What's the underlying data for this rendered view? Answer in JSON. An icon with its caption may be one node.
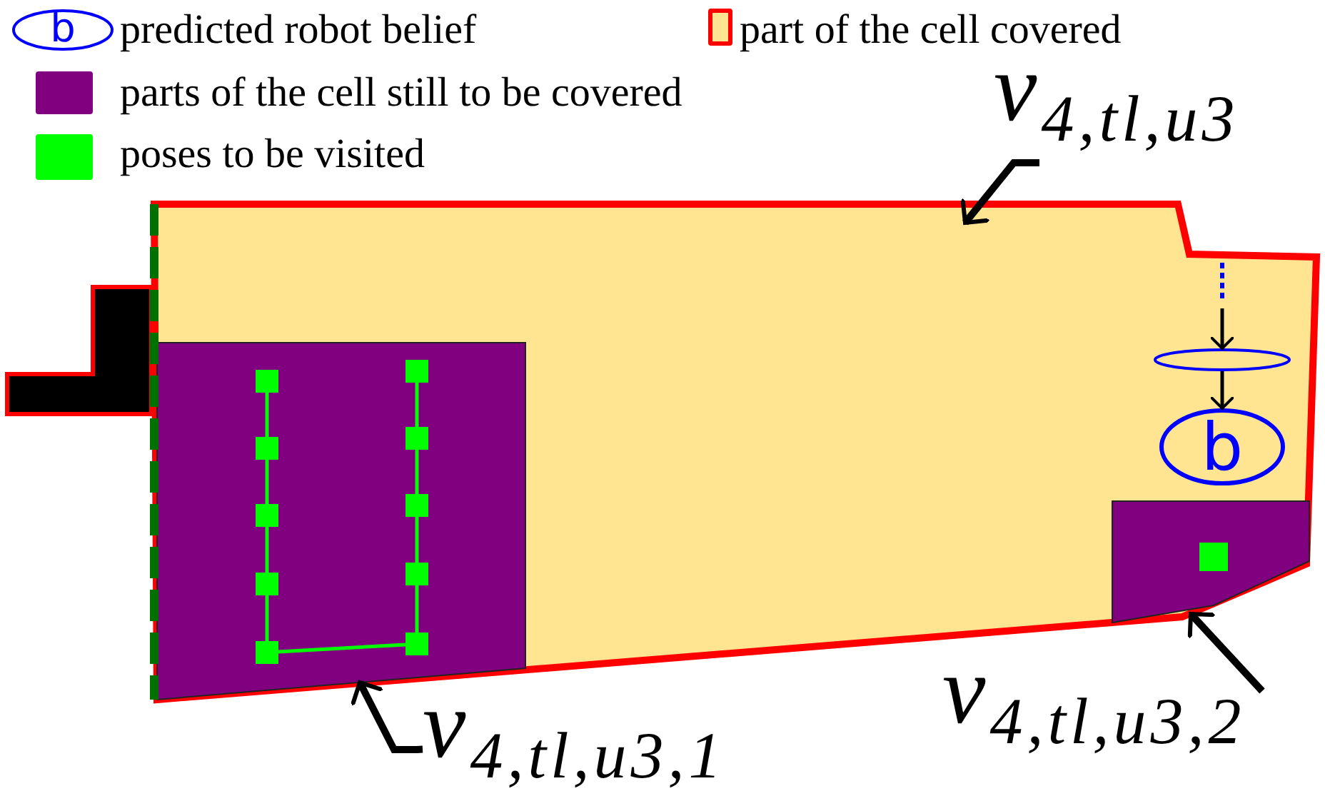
{
  "diagram": {
    "nodes": [
      {
        "text": [
          "v$_{4,tl,u3}$"
        ]
      },
      {
        "text": [],
        "shape": "polygon"
      },
      {
        "text": [
          "v$_{4,tl,u3,1}$"
        ]
      },
      {
        "text": [],
        "shape": "box",
        "in": 1
      },
      {
        "text": [],
        "shape": "box",
        "in": 3
      },
      {
        "text": [],
        "shape": "box",
        "in": 3
      },
      {
        "text": [],
        "shape": "box",
        "in": 3
      },
      {
        "text": [],
        "shape": "box",
        "in": 3
      },
      {
        "text": [],
        "shape": "box",
        "in": 3
      },
      {
        "text": [],
        "shape": "box",
        "in": 3
      },
      {
        "text": [],
        "shape": "box",
        "in": 3
      },
      {
        "text": [],
        "shape": "box",
        "in": 3
      },
      {
        "text": [],
        "shape": "box",
        "in": 3
      },
      {
        "text": [],
        "shape": "box",
        "in": 3
      },
      {
        "text": [
          "v$_{4,tl,u3,2}$"
        ]
      },
      {
        "text": [],
        "shape": "polygon",
        "in": 1
      },
      {
        "text": [],
        "shape": "box",
        "in": 15
      },
      {
        "text": [],
        "shape": "ellipse",
        "in": 1
      },
      {
        "text": [
          "b"
        ],
        "in": 1
      }
    ],
    "edges": [
      {
        "from": 0,
        "to": 1,
        "arrow": "to",
        "style": "thick",
        "color": "#000000"
      },
      {
        "from": 2,
        "to": 3,
        "arrow": "to",
        "style": "thick",
        "color": "#000000"
      },
      {
        "from": 14,
        "to": 15,
        "arrow": "to",
        "style": "thick",
        "color": "#000000"
      },
      {
        "from": 4,
        "to": 5,
        "arrow": "none"
      },
      {
        "from": 5,
        "to": 6,
        "arrow": "none"
      },
      {
        "from": 6,
        "to": 7,
        "arrow": "none"
      },
      {
        "from": 7,
        "to": 8,
        "arrow": "none"
      },
      {
        "from": 8,
        "to": 13,
        "arrow": "none"
      },
      {
        "from": 9,
        "to": 10,
        "arrow": "none"
      },
      {
        "from": 10,
        "to": 11,
        "arrow": "none"
      },
      {
        "from": 11,
        "to": 12,
        "arrow": "none"
      },
      {
        "from": 12,
        "to": 13,
        "arrow": "none"
      },
      {
        "from": null,
        "to": 17,
        "arrow": "to",
        "color": "#000000"
      },
      {
        "from": 17,
        "to": 18,
        "arrow": "to",
        "color": "#000000"
      }
    ],
    "labels": [
      "b"
    ],
    "legend": [
      {
        "text": "predicted robot belief"
      },
      {
        "text": "part of the cell covered",
        "color": "#ffe591"
      },
      {
        "text": "parts of the cell still to be covered",
        "color": "#800080"
      },
      {
        "text": "poses to be visited",
        "color": "#00ff00"
      }
    ]
  }
}
